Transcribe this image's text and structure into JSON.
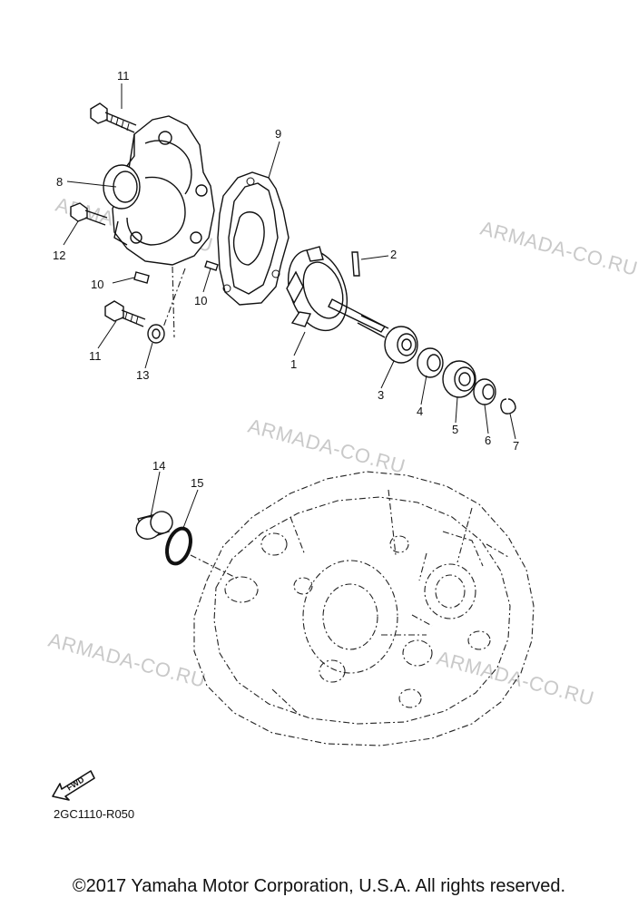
{
  "watermark": "ARMADA-CO.RU",
  "callouts": [
    {
      "id": "c1",
      "label": "1"
    },
    {
      "id": "c2",
      "label": "2"
    },
    {
      "id": "c3",
      "label": "3"
    },
    {
      "id": "c4",
      "label": "4"
    },
    {
      "id": "c5",
      "label": "5"
    },
    {
      "id": "c6",
      "label": "6"
    },
    {
      "id": "c7",
      "label": "7"
    },
    {
      "id": "c8",
      "label": "8"
    },
    {
      "id": "c9",
      "label": "9"
    },
    {
      "id": "c10a",
      "label": "10"
    },
    {
      "id": "c10b",
      "label": "10"
    },
    {
      "id": "c11a",
      "label": "11"
    },
    {
      "id": "c11b",
      "label": "11"
    },
    {
      "id": "c12",
      "label": "12"
    },
    {
      "id": "c13",
      "label": "13"
    },
    {
      "id": "c14",
      "label": "14"
    },
    {
      "id": "c15",
      "label": "15"
    }
  ],
  "fwd_label": "FWD",
  "diagram_code": "2GC1110-R050",
  "copyright": "©2017 Yamaha Motor Corporation, U.S.A. All rights reserved."
}
